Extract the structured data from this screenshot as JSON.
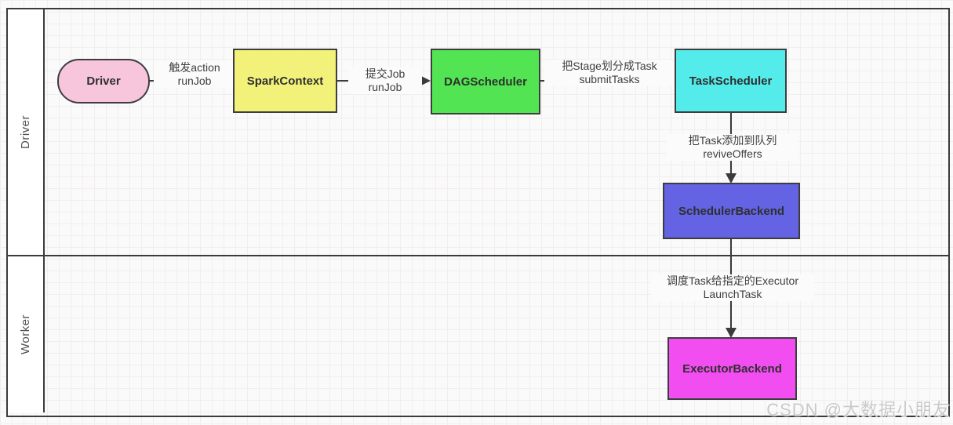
{
  "diagram": {
    "lanes": [
      {
        "label": "Driver"
      },
      {
        "label": "Worker"
      }
    ],
    "nodes": [
      {
        "id": "driver",
        "label": "Driver",
        "shape": "rounded",
        "color": "#f8c6dc"
      },
      {
        "id": "spark-context",
        "label": "SparkContext",
        "shape": "rect",
        "color": "#f2f27b"
      },
      {
        "id": "dag-scheduler",
        "label": "DAGScheduler",
        "shape": "rect",
        "color": "#52e452"
      },
      {
        "id": "task-scheduler",
        "label": "TaskScheduler",
        "shape": "rect",
        "color": "#54ebeb"
      },
      {
        "id": "scheduler-backend",
        "label": "SchedulerBackend",
        "shape": "rect",
        "color": "#6363e3"
      },
      {
        "id": "executor-backend",
        "label": "ExecutorBackend",
        "shape": "rect",
        "color": "#f14df1"
      }
    ],
    "edges": [
      {
        "from": "Driver",
        "to": "SparkContext",
        "line1": "触发action",
        "line2": "runJob"
      },
      {
        "from": "SparkContext",
        "to": "DAGScheduler",
        "line1": "提交Job",
        "line2": "runJob"
      },
      {
        "from": "DAGScheduler",
        "to": "TaskScheduler",
        "line1": "把Stage划分成Task",
        "line2": "submitTasks"
      },
      {
        "from": "TaskScheduler",
        "to": "SchedulerBackend",
        "line1": "把Task添加到队列",
        "line2": "reviveOffers"
      },
      {
        "from": "SchedulerBackend",
        "to": "ExecutorBackend",
        "line1": "调度Task给指定的Executor",
        "line2": "LaunchTask"
      }
    ]
  },
  "watermark": "CSDN @大数据小朋友"
}
